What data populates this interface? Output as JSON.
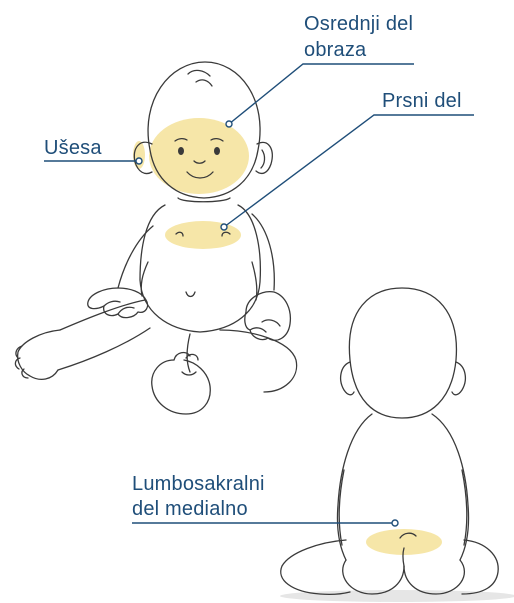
{
  "colors": {
    "outline": "#3a3a3a",
    "highlight": "#f6e6a8",
    "label_text": "#1f4e79",
    "leader_line": "#1f4e79",
    "shadow": "#e6e6e6"
  },
  "labels": {
    "cheeks_line1": "Osrednji del",
    "cheeks_line2": "obraza",
    "chest": "Prsni del",
    "ears": "Ušesa",
    "lumbar_line1": "Lumbosakralni",
    "lumbar_line2": "del medialno"
  }
}
